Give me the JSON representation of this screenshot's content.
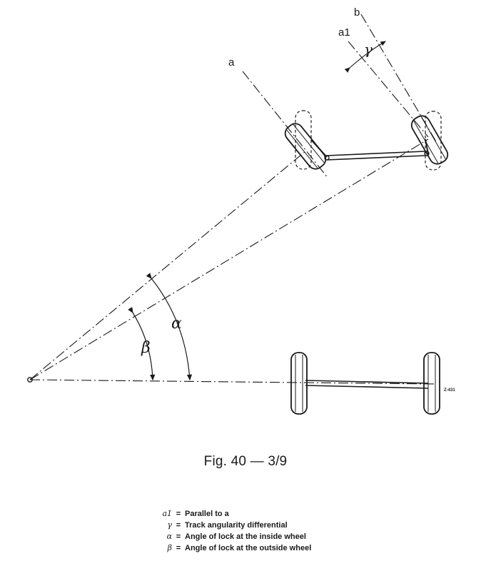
{
  "diagram": {
    "labels": {
      "a": "a",
      "b": "b",
      "a1": "a1",
      "gamma": "γ",
      "alpha": "α",
      "beta": "β",
      "ref_code": "Z-431"
    }
  },
  "caption": "Fig. 40 — 3/9",
  "legend": [
    {
      "symbol": "a1",
      "eq": "=",
      "text": "Parallel to a"
    },
    {
      "symbol": "γ",
      "eq": "=",
      "text": "Track angularity differential"
    },
    {
      "symbol": "α",
      "eq": "=",
      "text": "Angle of lock at the inside wheel"
    },
    {
      "symbol": "β",
      "eq": "=",
      "text": "Angle of lock at the outside wheel"
    }
  ]
}
